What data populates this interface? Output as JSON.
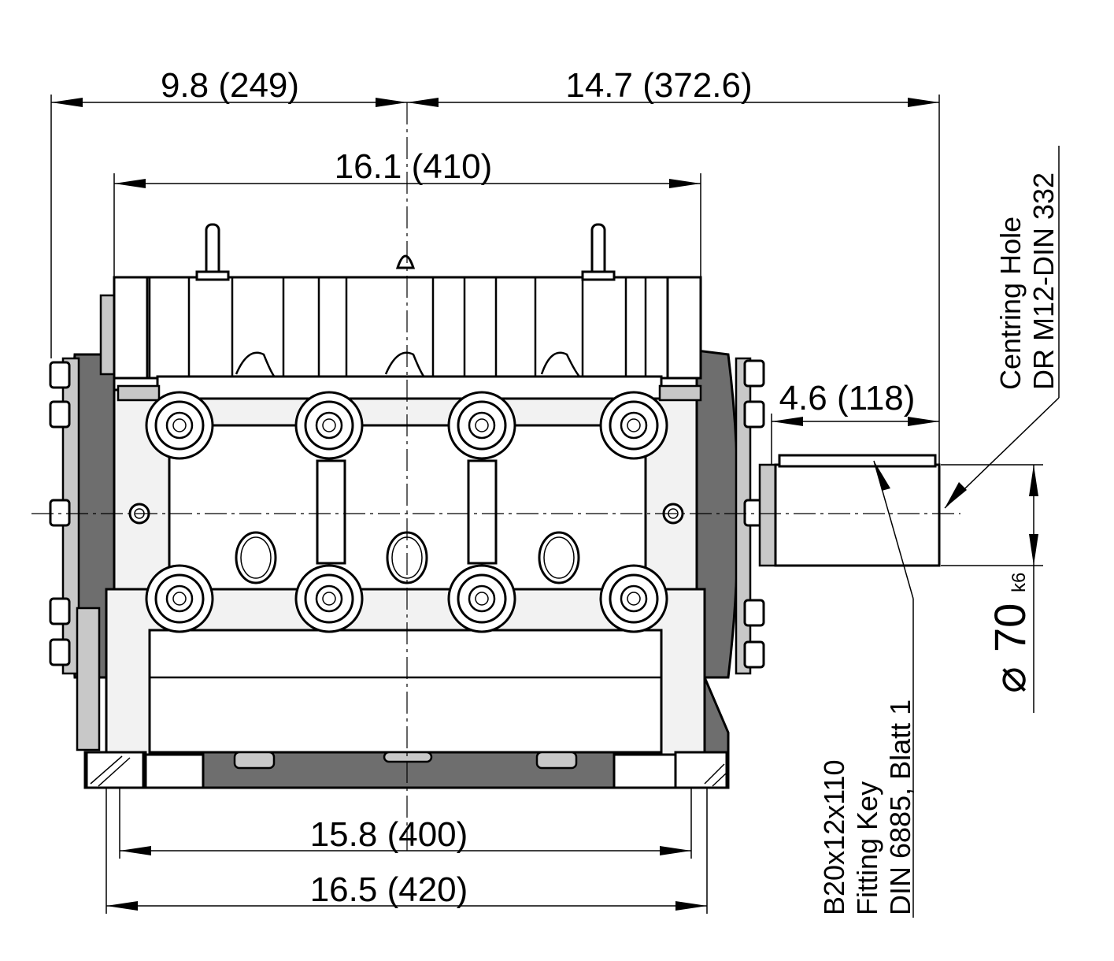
{
  "dimensions": {
    "top_left": "9.8 (249)",
    "top_right": "14.7 (372.6)",
    "head_width": "16.1 (410)",
    "shaft_length": "4.6 (118)",
    "base_inner": "15.8 (400)",
    "base_outer": "16.5 (420)"
  },
  "shaft_diameter": {
    "symbol": "⌀",
    "value": "70",
    "tolerance": "k6"
  },
  "centring_hole": {
    "line1": "Centring Hole",
    "line2": "DR M12-DIN 332"
  },
  "fitting_key": {
    "line1": "B20x12x110",
    "line2": "Fitting Key",
    "line3": "DIN 6885,  Blatt 1"
  }
}
